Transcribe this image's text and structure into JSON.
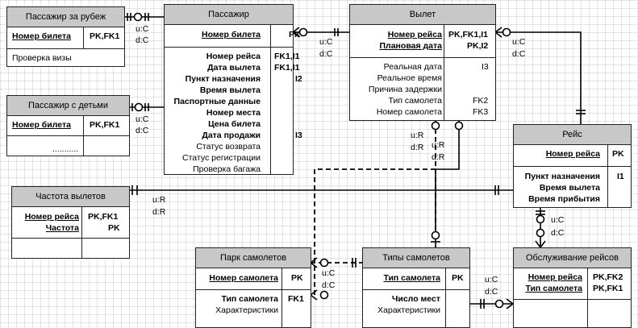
{
  "entities": {
    "passazhir_zarubezh": {
      "title": "Пассажир за рубеж",
      "pk_attr": "Номер билета",
      "pk_key": "PK,FK1",
      "attr1": "Проверка визы"
    },
    "passazhir_deti": {
      "title": "Пассажир с детьми",
      "pk_attr": "Номер билета",
      "pk_key": "PK,FK1",
      "dots": "..........."
    },
    "passazhir": {
      "title": "Пассажир",
      "pk_attr": "Номер билета",
      "pk_key": "PK",
      "attrs": [
        "Номер рейса",
        "Дата вылета",
        "Пункт назначения",
        "Время вылета",
        "Паспортные данные",
        "Номер места",
        "Цена билета",
        "Дата продажи",
        "Статус возврата",
        "Статус регистрации",
        "Проверка багажа"
      ],
      "keys": [
        "FK1,I1",
        "FK1,I1",
        "I2",
        "",
        "",
        "",
        "",
        "I3",
        "",
        "",
        ""
      ]
    },
    "vylet": {
      "title": "Вылет",
      "pk_attr1": "Номер рейса",
      "pk_attr2": "Плановая дата",
      "pk_key1": "PK,FK1,I1",
      "pk_key2": "PK,I2",
      "attrs": [
        "Реальная дата",
        "Реальное время",
        "Причина задержки",
        "Тип самолета",
        "Номер самолета"
      ],
      "keys": [
        "I3",
        "",
        "",
        "FK2",
        "FK3"
      ]
    },
    "reys": {
      "title": "Рейс",
      "pk_attr": "Номер рейса",
      "pk_key": "PK",
      "attrs": [
        "Пункт назначения",
        "Время вылета",
        "Время прибытия"
      ],
      "key1": "I1"
    },
    "chastota": {
      "title": "Частота вылетов",
      "pk_attr1": "Номер рейса",
      "pk_attr2": "Частота",
      "pk_key1": "PK,FK1",
      "pk_key2": "PK"
    },
    "park": {
      "title": "Парк самолетов",
      "pk_attr": "Номер самолета",
      "pk_key": "PK",
      "attr1": "Тип самолета",
      "attr2": "Характеристики",
      "key1": "FK1"
    },
    "tipy": {
      "title": "Типы самолетов",
      "pk_attr": "Тип самолета",
      "pk_key": "PK",
      "attr1": "Число мест",
      "attr2": "Характеристики"
    },
    "obsl": {
      "title": "Обслуживание рейсов",
      "pk_attr1": "Номер рейса",
      "pk_attr2": "Тип самолета",
      "pk_key1": "PK,FK2",
      "pk_key2": "PK,FK1"
    }
  },
  "labels": {
    "uc": "u:C",
    "dc": "d:C",
    "ur": "u:R",
    "dr": "d:R"
  }
}
